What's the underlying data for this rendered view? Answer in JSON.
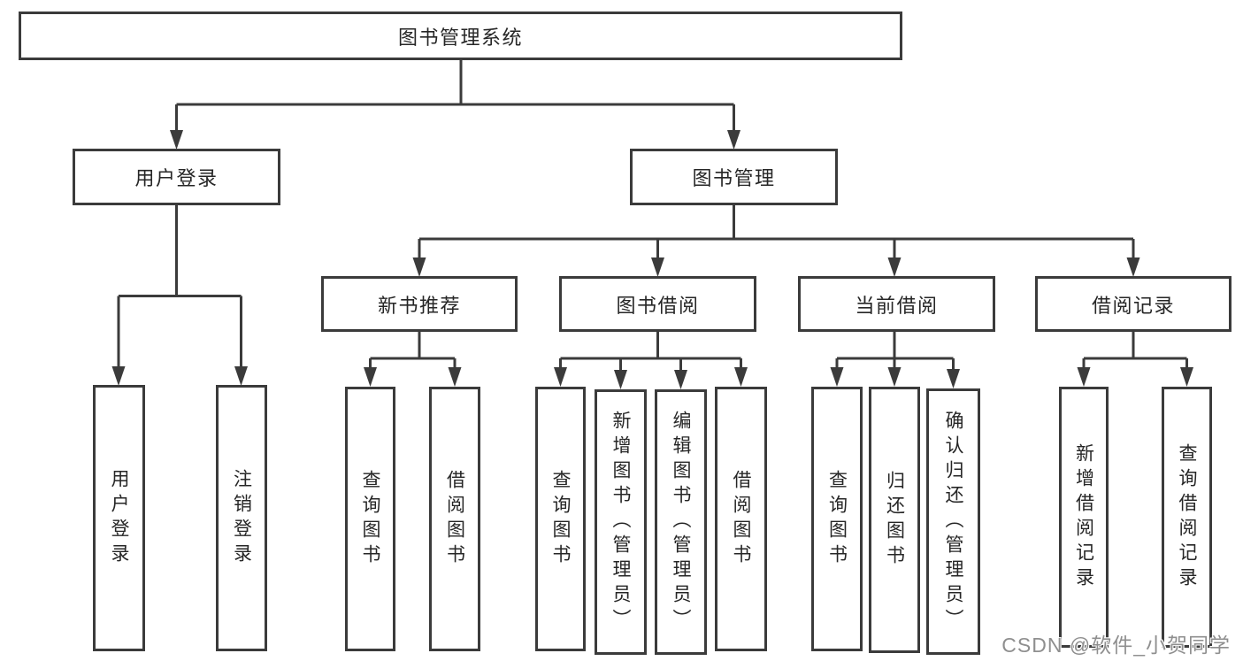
{
  "tree": {
    "label": "图书管理系统",
    "children": [
      {
        "label": "用户登录",
        "children": [
          {
            "label": "用户登录"
          },
          {
            "label": "注销登录"
          }
        ]
      },
      {
        "label": "图书管理",
        "children": [
          {
            "label": "新书推荐",
            "children": [
              {
                "label": "查询图书"
              },
              {
                "label": "借阅图书"
              }
            ]
          },
          {
            "label": "图书借阅",
            "children": [
              {
                "label": "查询图书"
              },
              {
                "label": "新增图书（管理员）"
              },
              {
                "label": "编辑图书（管理员）"
              },
              {
                "label": "借阅图书"
              }
            ]
          },
          {
            "label": "当前借阅",
            "children": [
              {
                "label": "查询图书"
              },
              {
                "label": "归还图书"
              },
              {
                "label": "确认归还（管理员）"
              }
            ]
          },
          {
            "label": "借阅记录",
            "children": [
              {
                "label": "新增借阅记录"
              },
              {
                "label": "查询借阅记录"
              }
            ]
          }
        ]
      }
    ]
  },
  "watermark": {
    "text": "CSDN @软件_小贺同学"
  },
  "colors": {
    "line": "#3b3b3b",
    "text": "#262626",
    "box_background": "#ffffff",
    "page_background": "#ffffff",
    "watermark": "#8f8f8f"
  }
}
